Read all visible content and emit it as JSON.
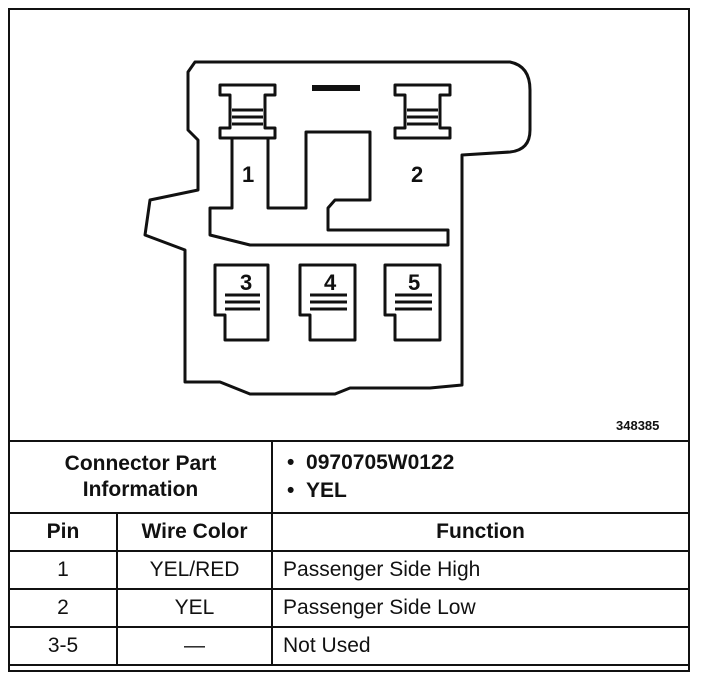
{
  "figure_number": "348385",
  "pins": [
    "1",
    "2",
    "3",
    "4",
    "5"
  ],
  "table": {
    "connector_label": "Connector Part Information",
    "part_info": [
      "0970705W0122",
      "YEL"
    ],
    "headers": {
      "pin": "Pin",
      "wire_color": "Wire Color",
      "function": "Function"
    },
    "rows": [
      {
        "pin": "1",
        "wire_color": "YEL/RED",
        "function": "Passenger Side High"
      },
      {
        "pin": "2",
        "wire_color": "YEL",
        "function": "Passenger Side Low"
      },
      {
        "pin": "3-5",
        "wire_color": "—",
        "function": "Not Used"
      }
    ]
  }
}
